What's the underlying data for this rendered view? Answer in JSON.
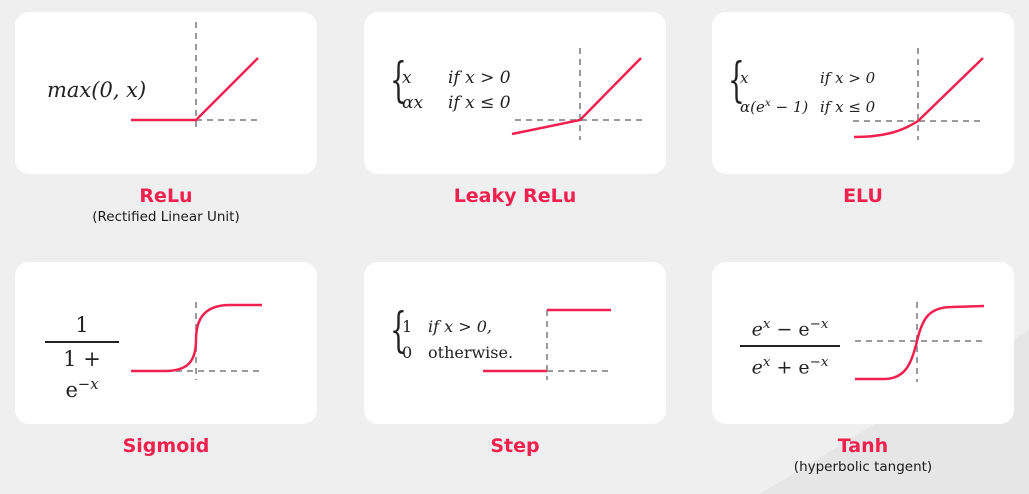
{
  "colors": {
    "curve": "#f0204f",
    "axis": "#9a9a9a",
    "card": "#ffffff",
    "background": "#efefef"
  },
  "cards": [
    {
      "id": "relu",
      "name": "ReLu",
      "subtitle": "(Rectified Linear Unit)",
      "formula": "max(0, x)"
    },
    {
      "id": "leaky",
      "name": "Leaky ReLu",
      "subtitle": "",
      "cases": [
        {
          "value": "x",
          "condition": "if x > 0"
        },
        {
          "value": "αx",
          "condition": "if x ≤ 0"
        }
      ]
    },
    {
      "id": "elu",
      "name": "ELU",
      "subtitle": "",
      "cases": [
        {
          "value": "x",
          "condition": "if x > 0"
        },
        {
          "value": "α(e",
          "exp": "x",
          "tail": " − 1)",
          "condition": "if x ≤ 0"
        }
      ]
    },
    {
      "id": "sigmoid",
      "name": "Sigmoid",
      "subtitle": "",
      "numerator": "1",
      "denominator_prefix": "1 + e",
      "denominator_exp": "−x"
    },
    {
      "id": "step",
      "name": "Step",
      "subtitle": "",
      "cases": [
        {
          "value": "1",
          "condition": "if x > 0,"
        },
        {
          "value": "0",
          "condition": "otherwise."
        }
      ]
    },
    {
      "id": "tanh",
      "name": "Tanh",
      "subtitle": "(hyperbolic tangent)",
      "num_a": "e",
      "num_a_exp": "x",
      "num_op": " − e",
      "num_b_exp": "−x",
      "den_a": "e",
      "den_a_exp": "x",
      "den_op": " + e",
      "den_b_exp": "−x"
    }
  ]
}
